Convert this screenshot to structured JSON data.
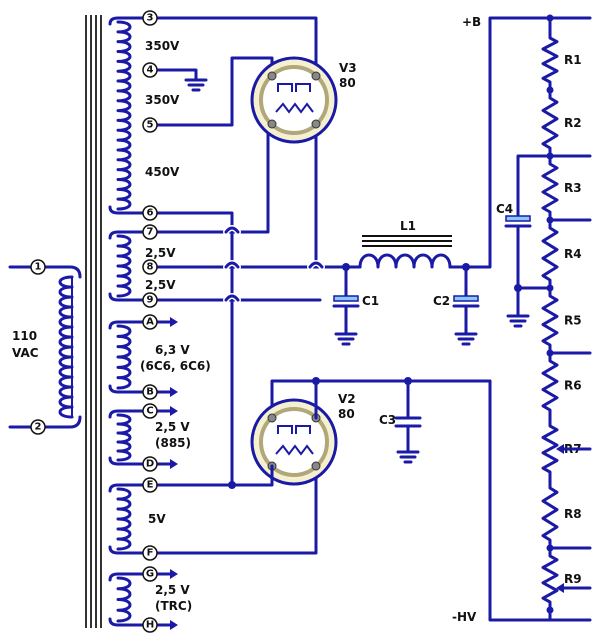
{
  "tubes": {
    "v3": {
      "ref": "V3",
      "type": "80"
    },
    "v2": {
      "ref": "V2",
      "type": "80"
    }
  },
  "inductor": {
    "ref": "L1"
  },
  "capacitors": {
    "c1": "C1",
    "c2": "C2",
    "c3": "C3",
    "c4": "C4"
  },
  "resistors": [
    "R1",
    "R2",
    "R3",
    "R4",
    "R5",
    "R6",
    "R7",
    "R8",
    "R9"
  ],
  "rails": {
    "plus_b": "+B",
    "minus_hv": "-HV"
  },
  "primary": {
    "line1": "110",
    "line2": "VAC",
    "pin1": "1",
    "pin2": "2"
  },
  "secondary": {
    "pins": {
      "p3": "3",
      "p4": "4",
      "p5": "5",
      "p6": "6",
      "p7": "7",
      "p8": "8",
      "p9": "9"
    },
    "v350a": "350V",
    "v350b": "350V",
    "v450": "450V",
    "v25a": "2,5V",
    "v25b": "2,5V"
  },
  "aux": {
    "pins": {
      "a": "A",
      "b": "B",
      "c": "C",
      "d": "D",
      "e": "E",
      "f": "F",
      "g": "G",
      "h": "H"
    },
    "ab_l1": "6,3 V",
    "ab_l2": "(6C6, 6C6)",
    "cd_l1": "2,5 V",
    "cd_l2": "(885)",
    "ef": "5V",
    "gh_l1": "2,5 V",
    "gh_l2": "(TRC)"
  }
}
